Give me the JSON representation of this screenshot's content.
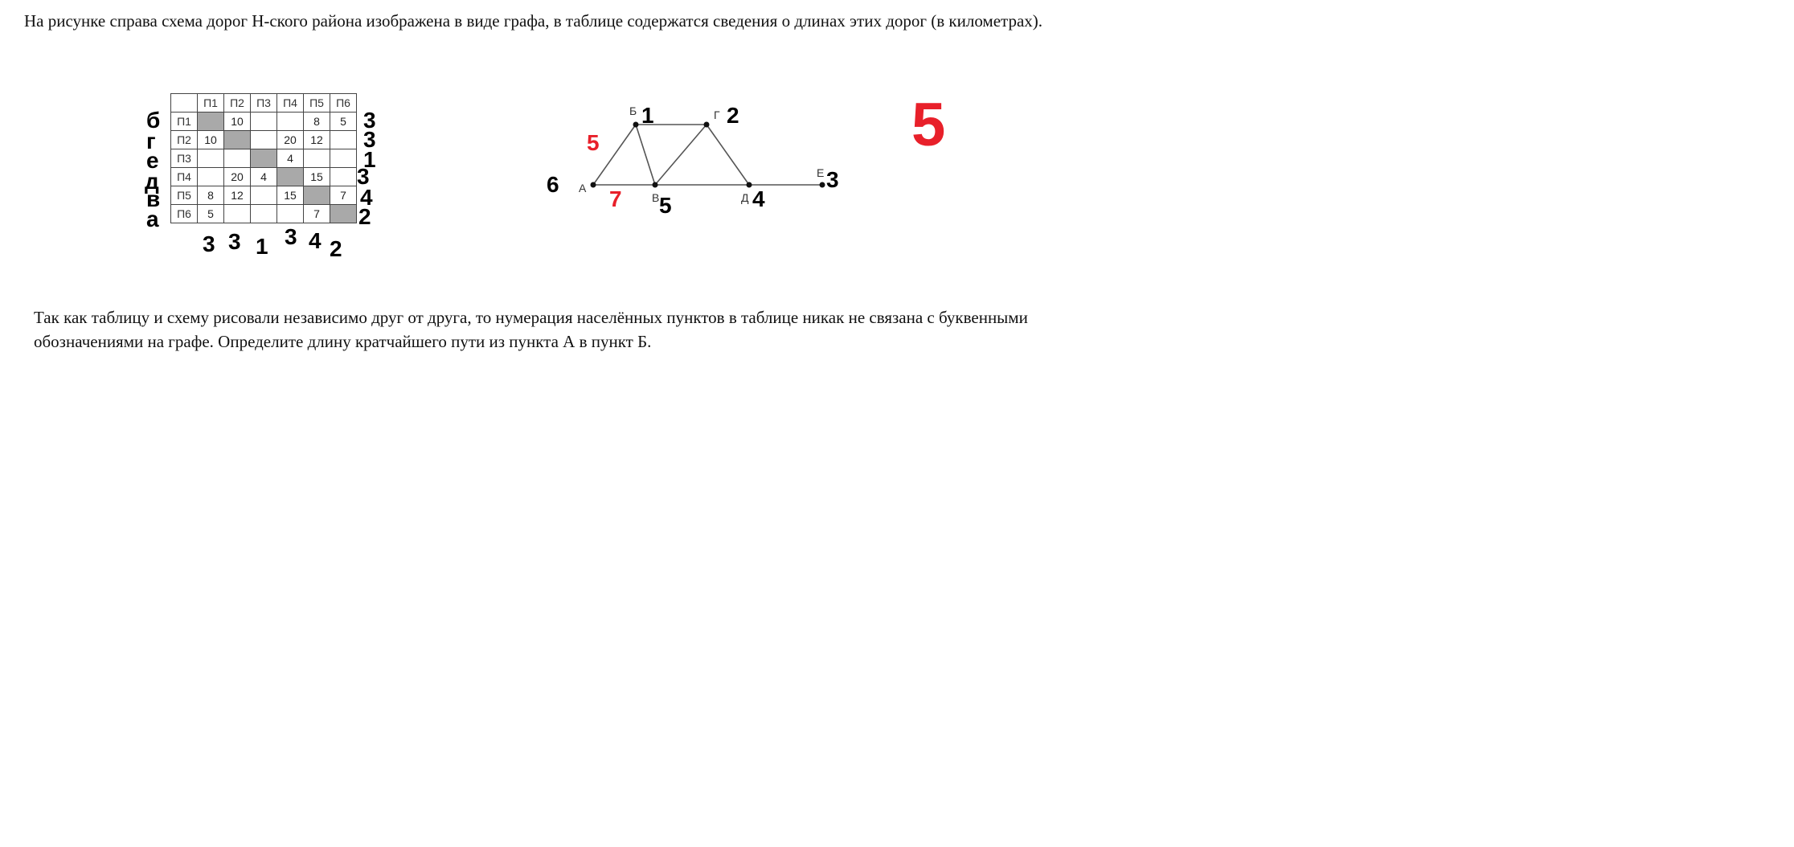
{
  "texts": {
    "problem_intro": "На рисунке справа схема дорог Н-ского района изображена в виде графа, в таблице содержатся сведения о длинах этих дорог (в километрах).",
    "problem_question": "Так как таблицу и схему рисовали независимо друг от друга, то нумерация населённых пунктов в таблице никак не связана с буквенными обозначениями на графе. Определите длину кратчайшего пути из пункта А в пункт Б."
  },
  "table": {
    "header": [
      "",
      "П1",
      "П2",
      "П3",
      "П4",
      "П5",
      "П6"
    ],
    "rows": [
      {
        "label": "П1",
        "cells": [
          "",
          "10",
          "",
          "",
          "8",
          "5"
        ]
      },
      {
        "label": "П2",
        "cells": [
          "10",
          "",
          "",
          "20",
          "12",
          ""
        ]
      },
      {
        "label": "П3",
        "cells": [
          "",
          "",
          "",
          "4",
          "",
          ""
        ]
      },
      {
        "label": "П4",
        "cells": [
          "",
          "20",
          "4",
          "",
          "15",
          ""
        ]
      },
      {
        "label": "П5",
        "cells": [
          "8",
          "12",
          "",
          "15",
          "",
          "7"
        ]
      },
      {
        "label": "П6",
        "cells": [
          "5",
          "",
          "",
          "",
          "7",
          ""
        ]
      }
    ]
  },
  "annotations": {
    "row_letters": [
      "б",
      "г",
      "е",
      "д",
      "в",
      "а"
    ],
    "row_degrees": [
      "3",
      "3",
      "1",
      "3",
      "4",
      "2"
    ],
    "col_degrees": [
      "3",
      "3",
      "1",
      "3",
      "4",
      "2"
    ]
  },
  "graph": {
    "nodes": {
      "A": {
        "label": "А",
        "degree": "6"
      },
      "B": {
        "label": "Б",
        "degree": "1"
      },
      "V": {
        "label": "В",
        "degree": "5"
      },
      "G": {
        "label": "Г",
        "degree": "2"
      },
      "D": {
        "label": "Д",
        "degree": "4"
      },
      "E": {
        "label": "Е",
        "degree": "3"
      }
    },
    "edge_weights": {
      "AB": "5",
      "AV": "7"
    }
  },
  "answer": "5",
  "colors": {
    "accent_red": "#e8202a",
    "cell_gray": "#a9a9a9"
  }
}
